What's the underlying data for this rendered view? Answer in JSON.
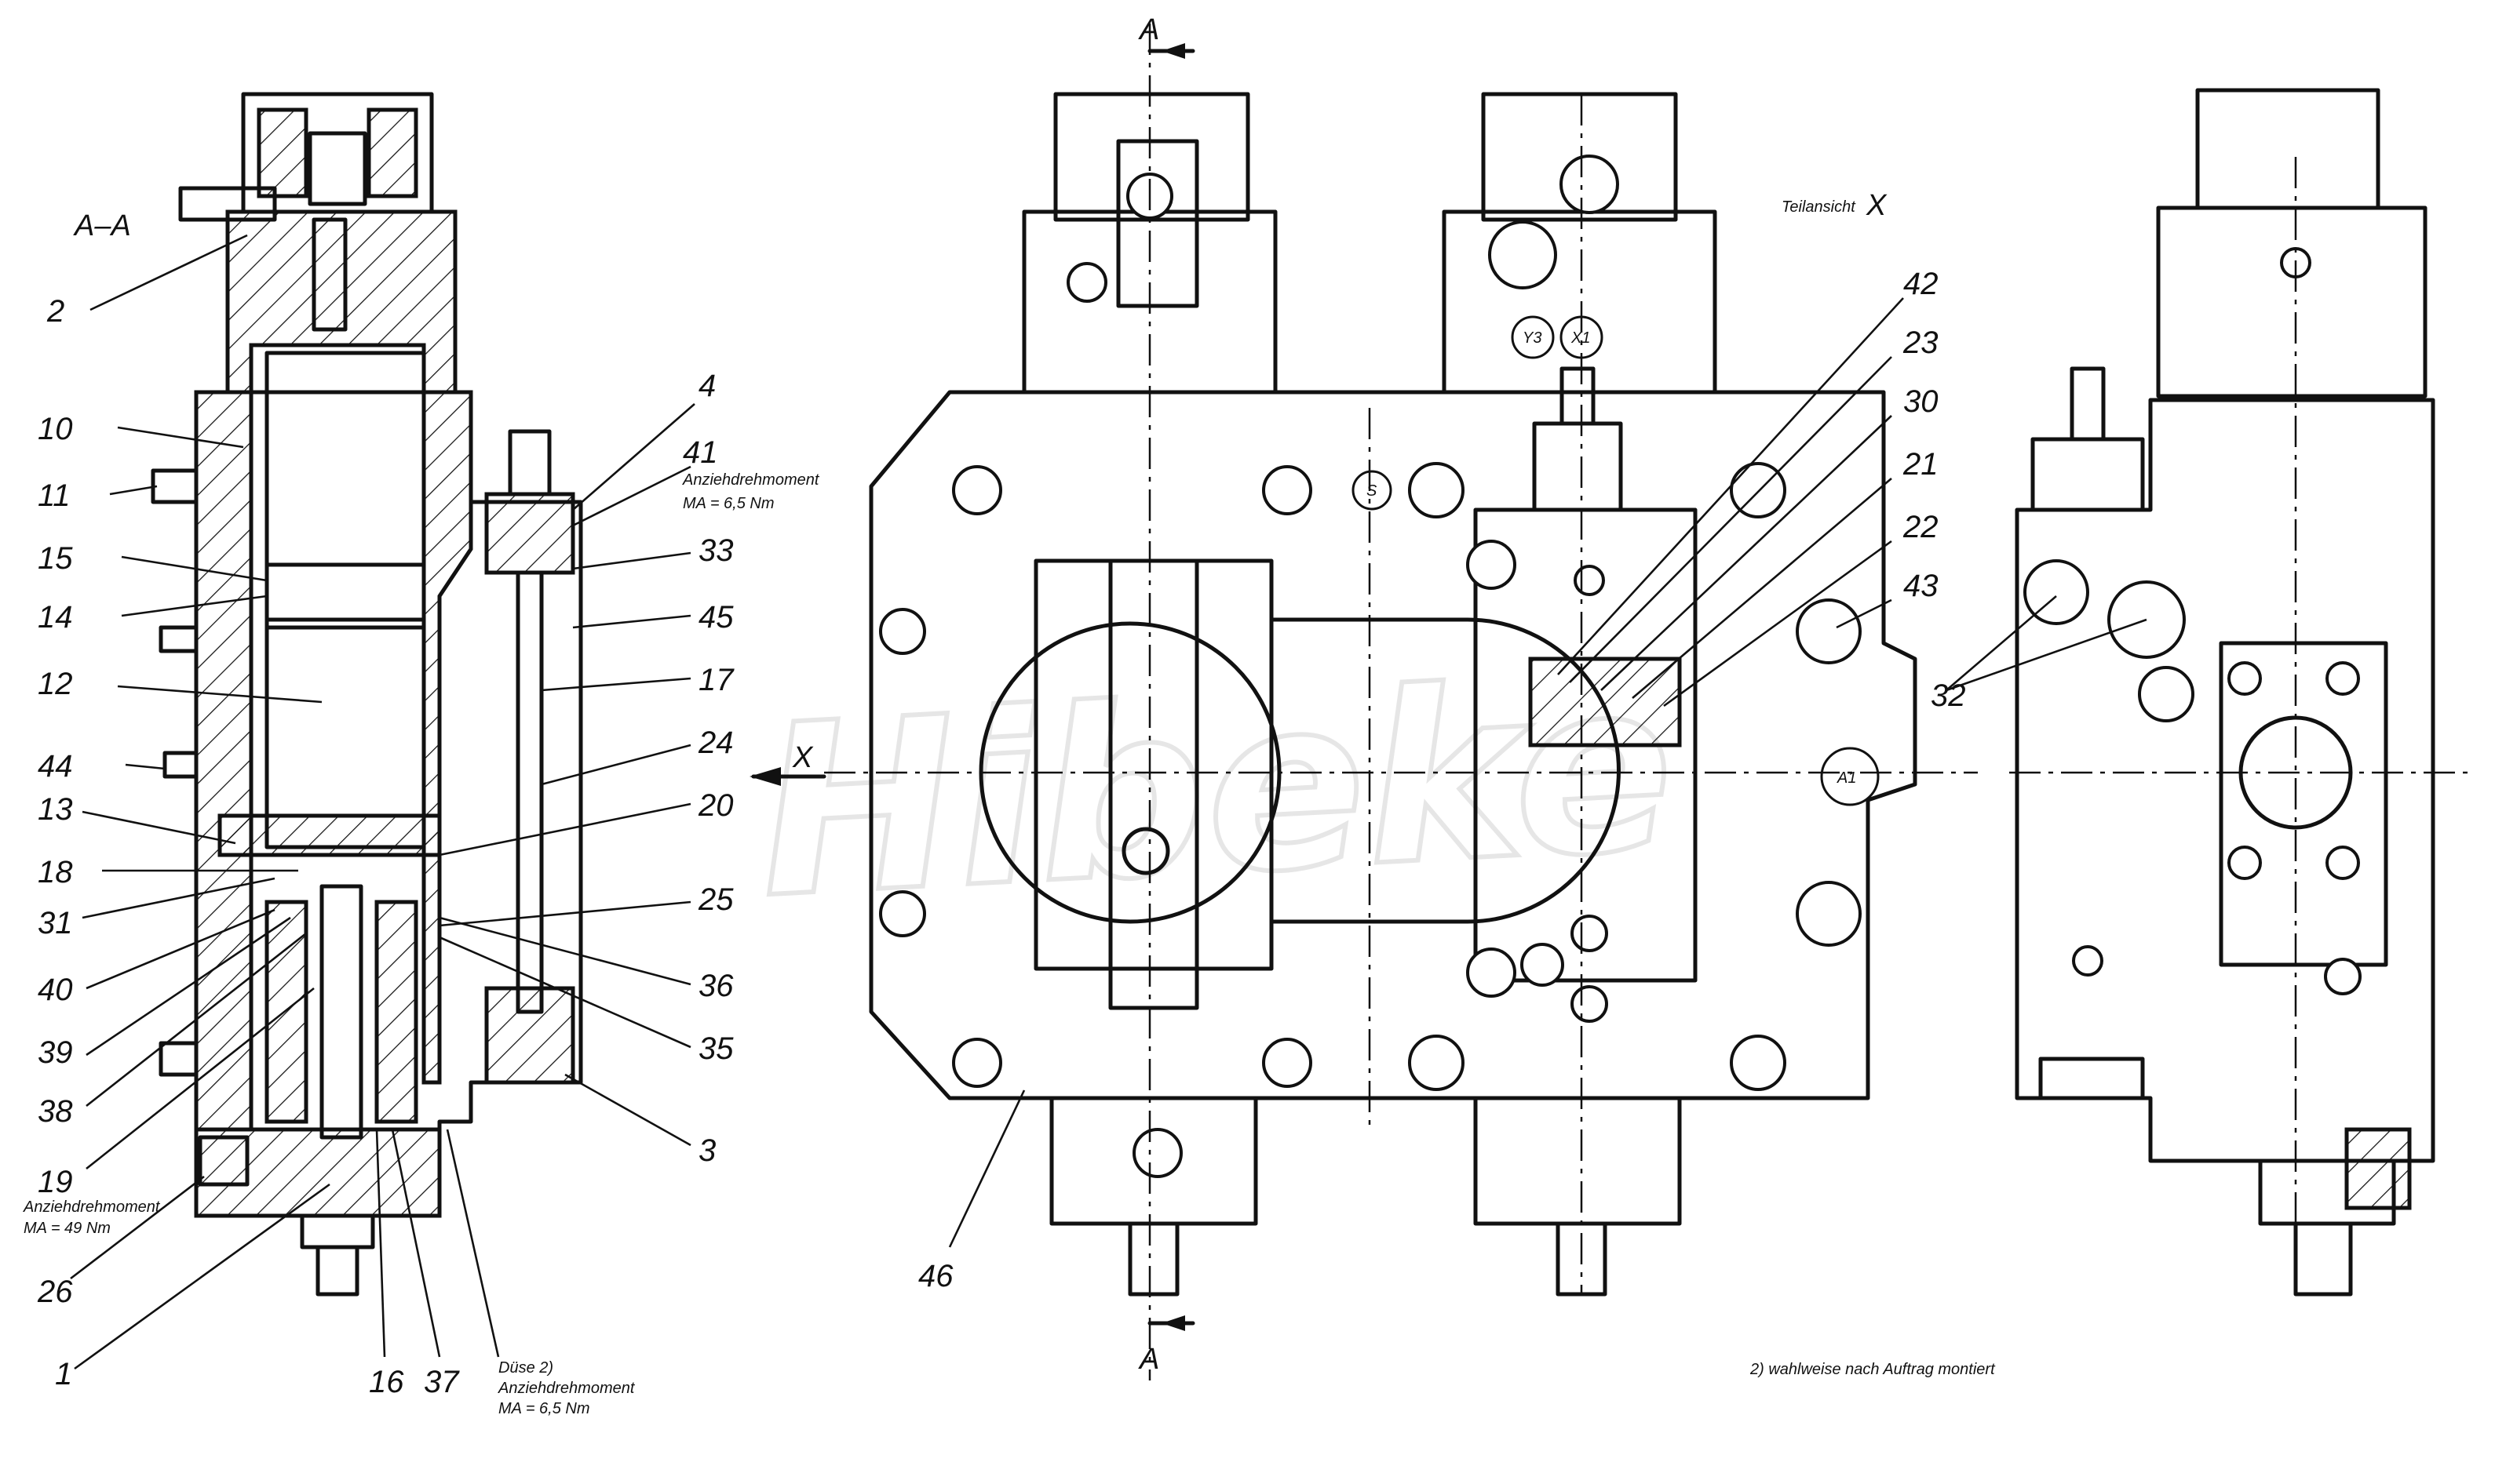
{
  "watermark": "Hibeke",
  "section_title": "A–A",
  "section_marks": {
    "top": "A",
    "bottom": "A"
  },
  "view_x_label": "X",
  "partial_view_label": "Teilansicht",
  "partial_view_letter": "X",
  "port_labels": {
    "y3": "Y3",
    "x1": "X1",
    "a1": "A1",
    "s": "S"
  },
  "torque_notes": {
    "n41_title": "Anziehdrehmoment",
    "n41_value": "MA = 6,5 Nm",
    "n19_title": "Anziehdrehmoment",
    "n19_value": "MA = 49 Nm",
    "nozzle_title": "Düse 2)",
    "nozzle_torque": "Anziehdrehmoment",
    "nozzle_value": "MA = 6,5 Nm"
  },
  "footnote": "2) wahlweise nach Auftrag montiert",
  "callouts": {
    "c1": "1",
    "c2": "2",
    "c3": "3",
    "c4": "4",
    "c10": "10",
    "c11": "11",
    "c12": "12",
    "c13": "13",
    "c14": "14",
    "c15": "15",
    "c16": "16",
    "c17": "17",
    "c18": "18",
    "c19": "19",
    "c20": "20",
    "c21": "21",
    "c22": "22",
    "c23": "23",
    "c24": "24",
    "c25": "25",
    "c26": "26",
    "c30": "30",
    "c31": "31",
    "c32": "32",
    "c33": "33",
    "c35": "35",
    "c36": "36",
    "c37": "37",
    "c38": "38",
    "c39": "39",
    "c40": "40",
    "c41": "41",
    "c42": "42",
    "c43": "43",
    "c44": "44",
    "c45": "45",
    "c46": "46"
  }
}
